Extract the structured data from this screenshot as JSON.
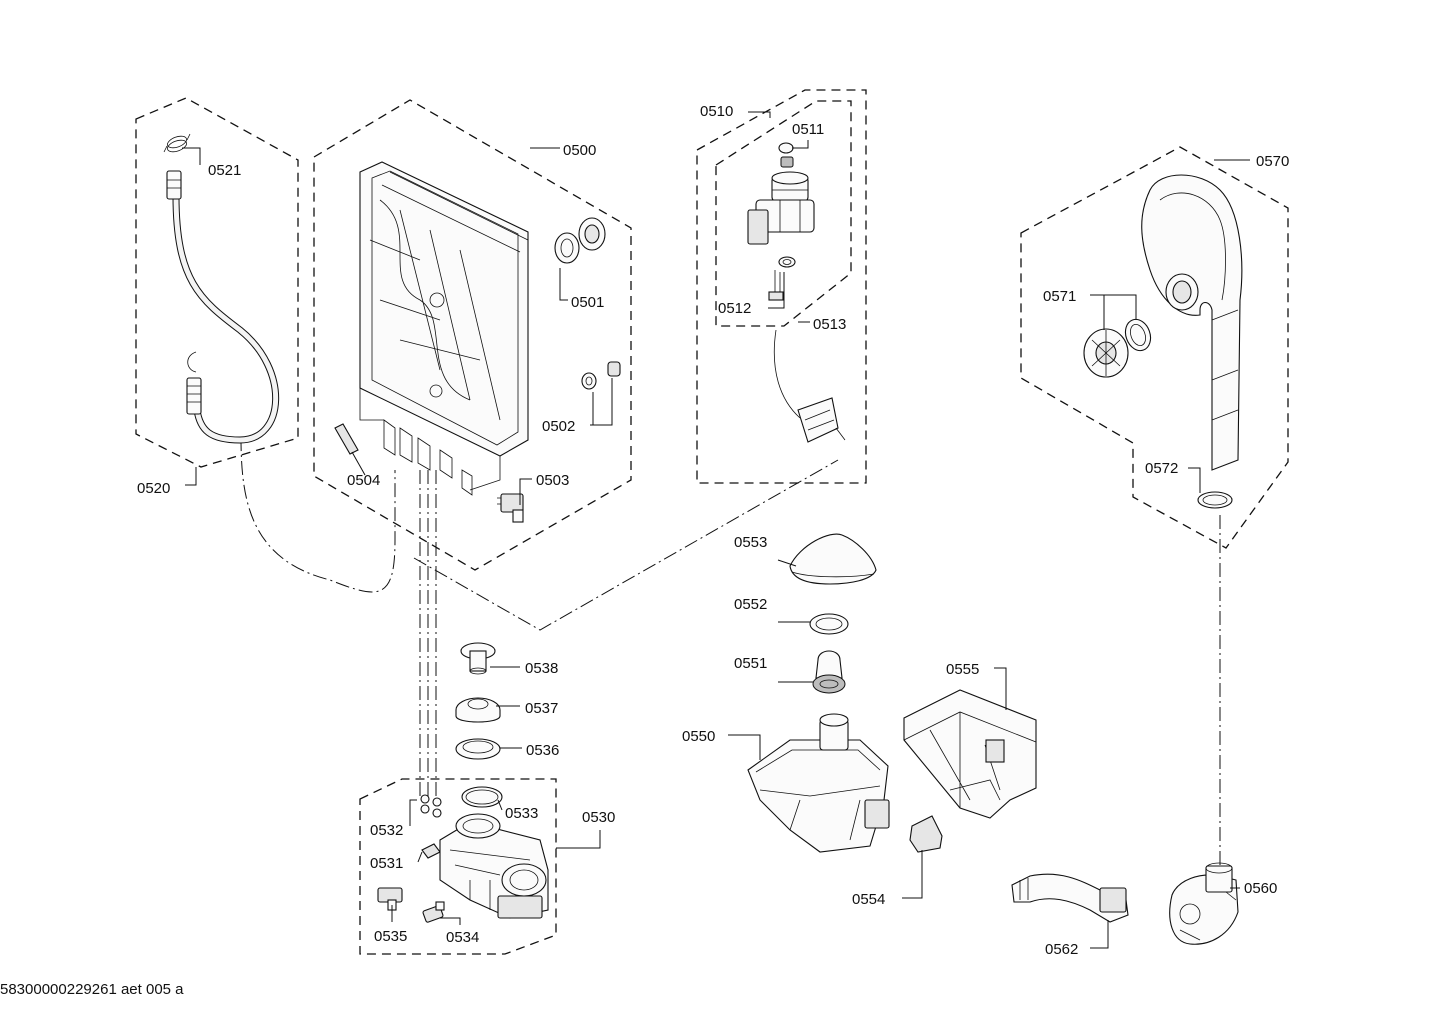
{
  "labels": {
    "p0500": "0500",
    "p0501": "0501",
    "p0502": "0502",
    "p0503": "0503",
    "p0504": "0504",
    "p0510": "0510",
    "p0511": "0511",
    "p0512": "0512",
    "p0513": "0513",
    "p0520": "0520",
    "p0521": "0521",
    "p0530": "0530",
    "p0531": "0531",
    "p0532": "0532",
    "p0533": "0533",
    "p0534": "0534",
    "p0535": "0535",
    "p0536": "0536",
    "p0537": "0537",
    "p0538": "0538",
    "p0550": "0550",
    "p0551": "0551",
    "p0552": "0552",
    "p0553": "0553",
    "p0554": "0554",
    "p0555": "0555",
    "p0560": "0560",
    "p0562": "0562",
    "p0570": "0570",
    "p0571": "0571",
    "p0572": "0572"
  },
  "footer": {
    "drawing_code": "58300000229261 aet 005 a"
  }
}
